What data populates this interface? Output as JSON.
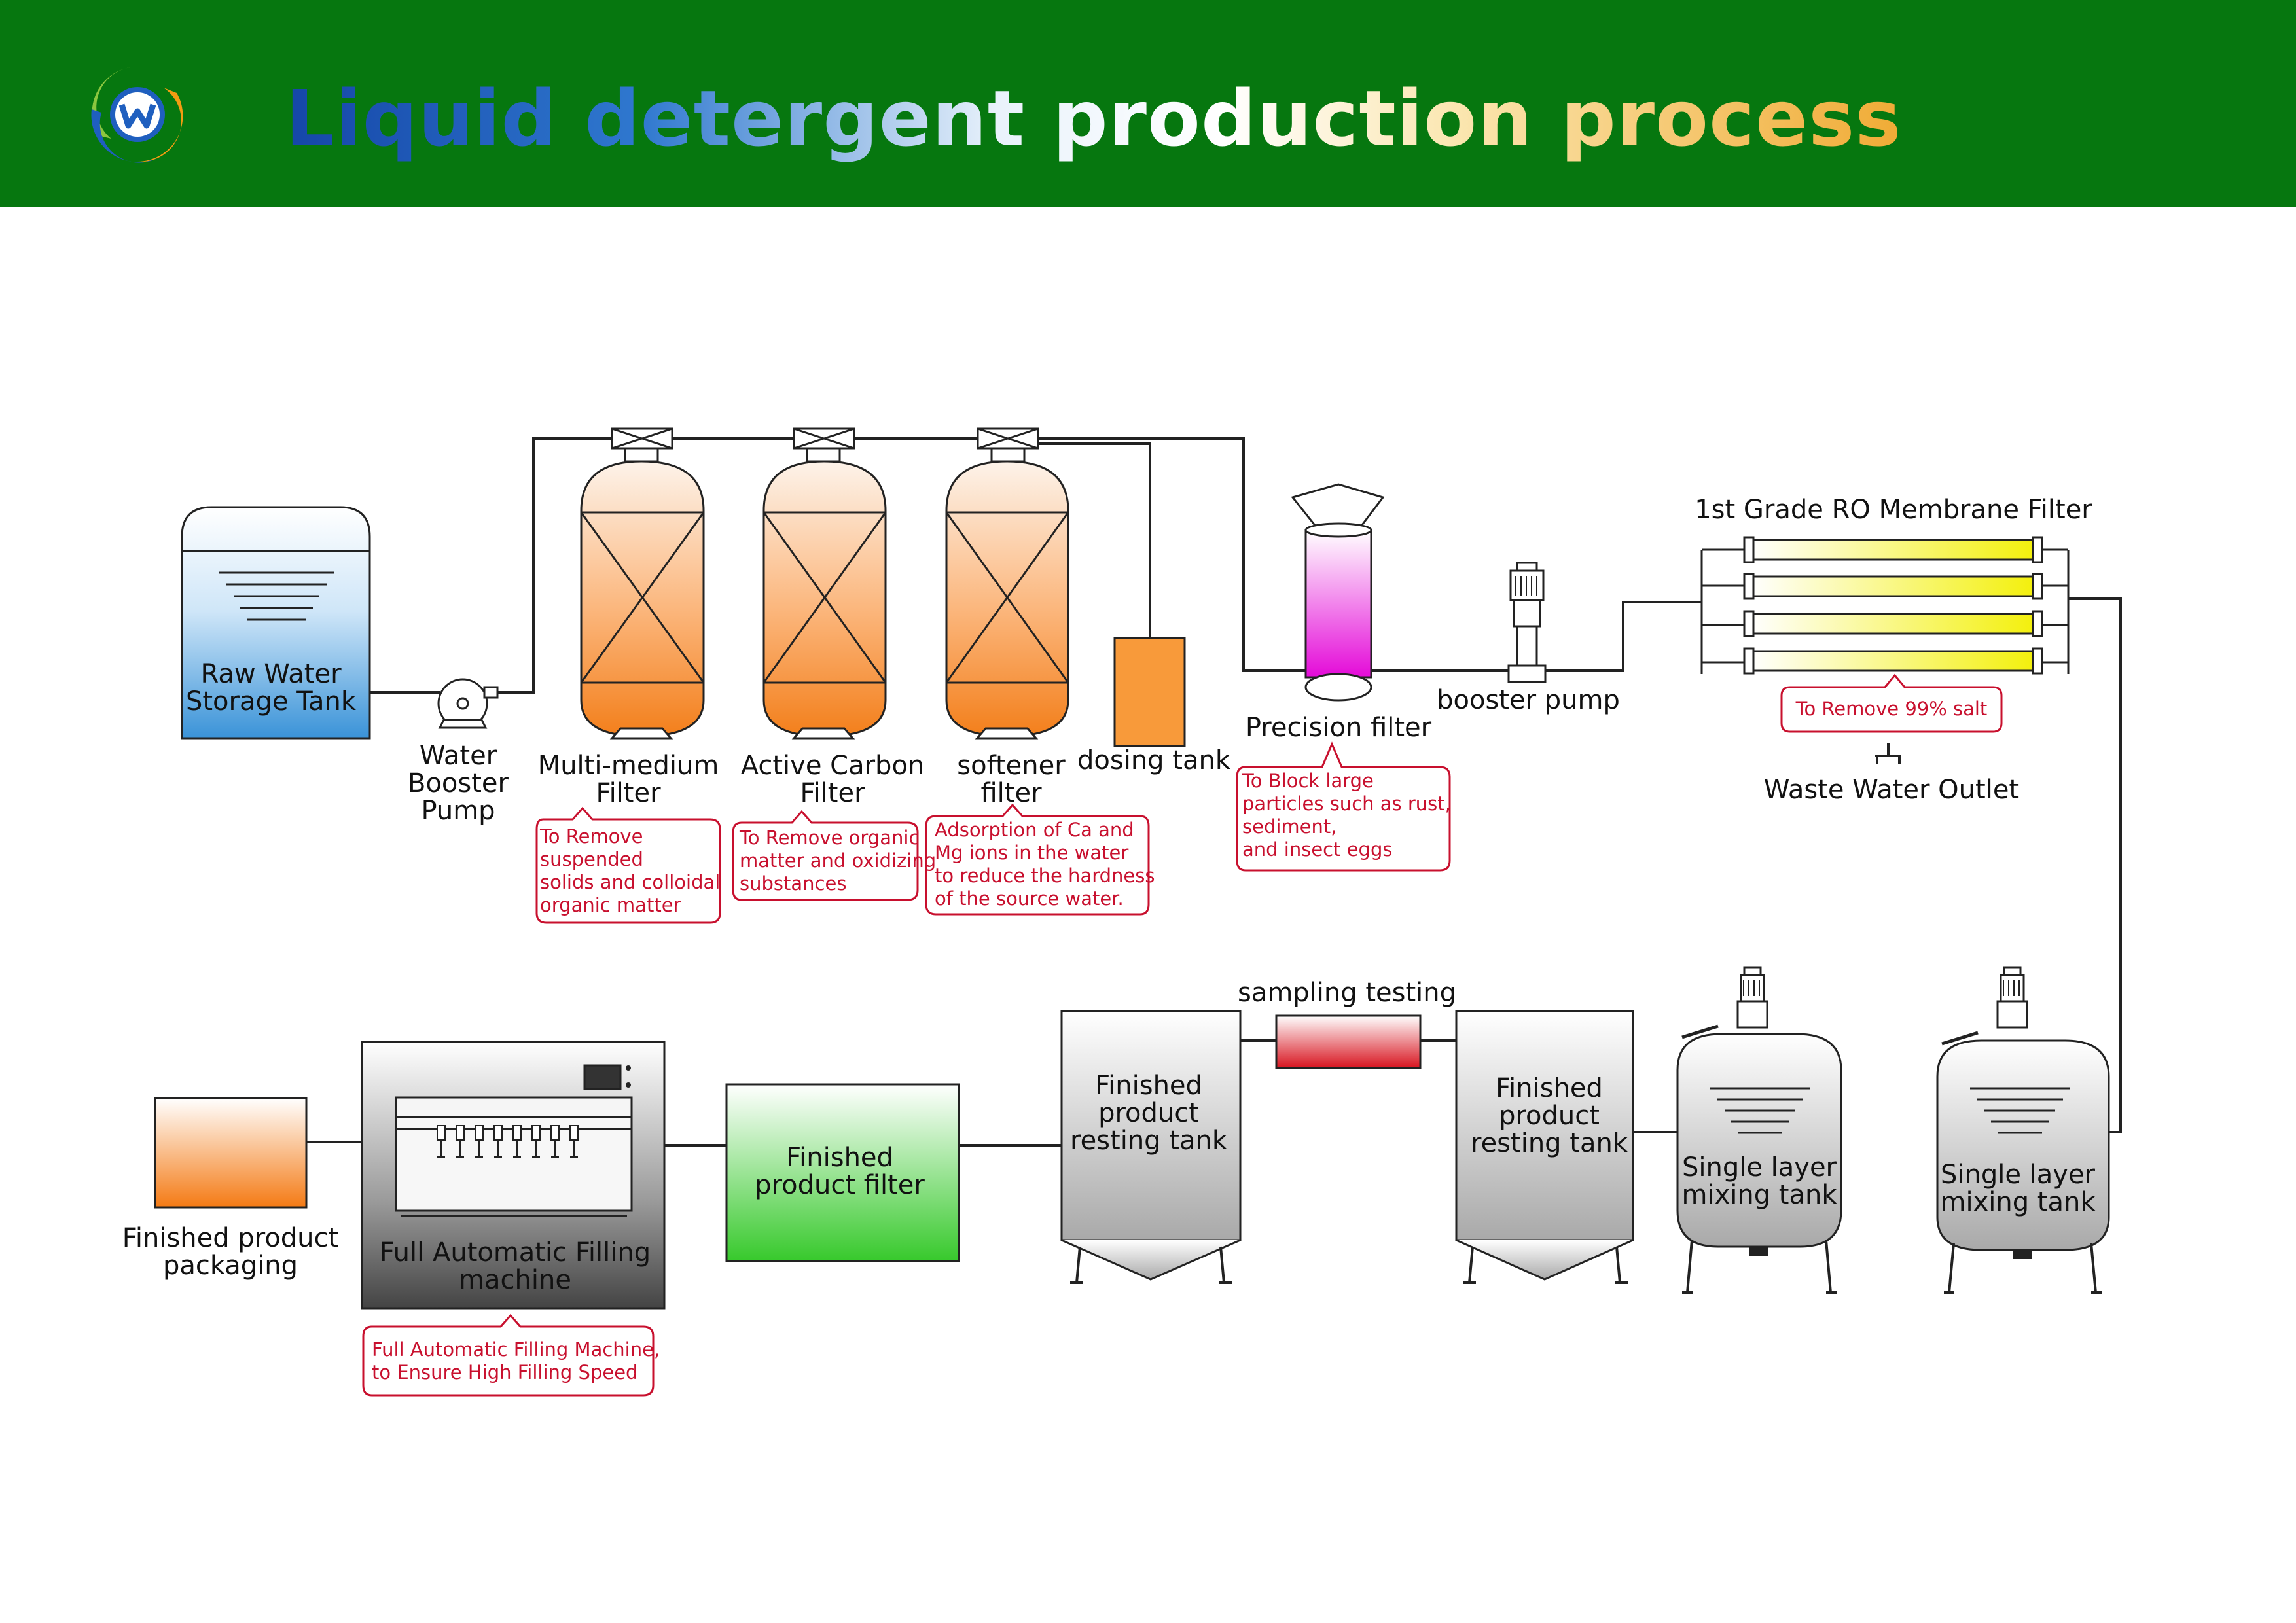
{
  "header": {
    "title": "Liquid detergent production process"
  },
  "colors": {
    "header_bg": "#06770f",
    "note_text": "#c8102e",
    "pipe": "#222222"
  },
  "equipment": {
    "raw_water_tank": "Raw Water\nStorage Tank",
    "water_booster_pump": "Water\nBooster\nPump",
    "multi_medium_filter": "Multi-medium\nFilter",
    "active_carbon_filter": "Active Carbon\nFilter",
    "softener_filter": "softener\nfilter",
    "dosing_tank": "dosing tank",
    "precision_filter": "Precision filter",
    "booster_pump": "booster pump",
    "ro_membrane_filter": "1st Grade RO Membrane Filter",
    "waste_water_outlet": "Waste Water Outlet",
    "mixing_tank_1": "Single layer\nmixing tank",
    "mixing_tank_2": "Single layer\nmixing tank",
    "resting_tank_1": "Finished\nproduct\nresting tank",
    "resting_tank_2": "Finished\nproduct\nresting tank",
    "sampling_testing": "sampling testing",
    "finished_product_filter": "Finished\nproduct filter",
    "filling_machine": "Full Automatic Filling\nmachine",
    "packaging": "Finished product\npackaging"
  },
  "notes": {
    "multi_medium": "To Remove\nsuspended\nsolids and colloidal\norganic matter",
    "active_carbon": "To Remove organic\nmatter and oxidizing\nsubstances",
    "softener": "Adsorption of Ca and\nMg ions in the water\nto reduce the hardness\nof the source water.",
    "precision": "To Block large\nparticles such as rust,\nsediment,\nand insect eggs",
    "ro": "To Remove 99% salt",
    "filling": "Full Automatic Filling Machine,\nto Ensure High Filling Speed"
  }
}
